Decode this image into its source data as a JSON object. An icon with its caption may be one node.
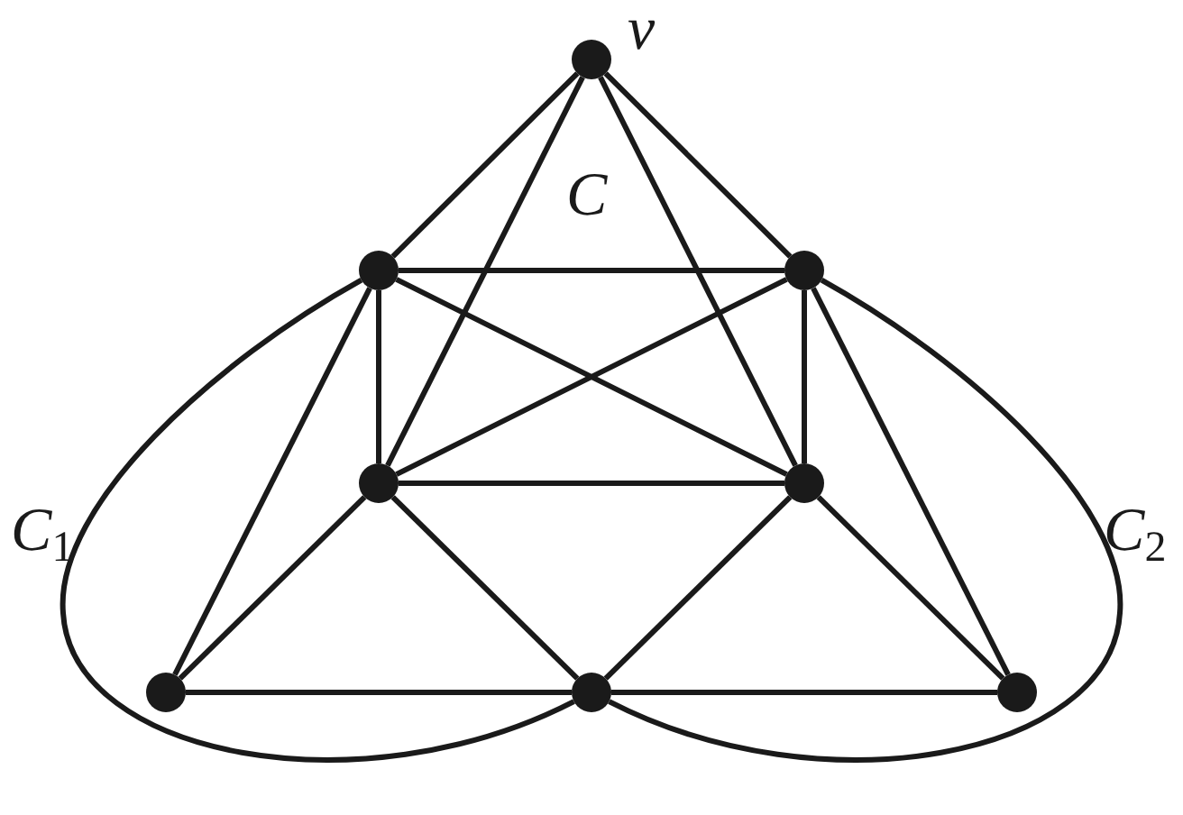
{
  "diagram": {
    "nodes": [
      {
        "text": [],
        "shape": "circle",
        "beside": [
          "v"
        ]
      },
      {
        "text": [],
        "shape": "circle"
      },
      {
        "text": [],
        "shape": "circle"
      },
      {
        "text": [],
        "shape": "circle"
      },
      {
        "text": [],
        "shape": "circle"
      },
      {
        "text": [],
        "shape": "circle"
      },
      {
        "text": [],
        "shape": "circle"
      },
      {
        "text": [],
        "shape": "circle"
      }
    ],
    "edges": [
      {
        "from": 0,
        "to": 1,
        "arrow": "none"
      },
      {
        "from": 0,
        "to": 3,
        "arrow": "none"
      },
      {
        "from": 0,
        "to": 4,
        "arrow": "none"
      },
      {
        "from": 0,
        "to": 2,
        "arrow": "none"
      },
      {
        "from": 1,
        "to": 2,
        "arrow": "none"
      },
      {
        "from": 1,
        "to": 3,
        "arrow": "none"
      },
      {
        "from": 1,
        "to": 4,
        "arrow": "none"
      },
      {
        "from": 2,
        "to": 3,
        "arrow": "none"
      },
      {
        "from": 2,
        "to": 4,
        "arrow": "none"
      },
      {
        "from": 3,
        "to": 4,
        "arrow": "none"
      },
      {
        "from": 1,
        "to": 5,
        "arrow": "none"
      },
      {
        "from": 3,
        "to": 5,
        "arrow": "none"
      },
      {
        "from": 3,
        "to": 6,
        "arrow": "none"
      },
      {
        "from": 5,
        "to": 6,
        "arrow": "none"
      },
      {
        "from": 4,
        "to": 6,
        "arrow": "none"
      },
      {
        "from": 4,
        "to": 7,
        "arrow": "none"
      },
      {
        "from": 2,
        "to": 7,
        "arrow": "none"
      },
      {
        "from": 6,
        "to": 7,
        "arrow": "none"
      },
      {
        "from": 1,
        "to": 6,
        "arrow": "none"
      },
      {
        "from": 2,
        "to": 6,
        "arrow": "none"
      }
    ],
    "labels": [
      "C",
      "C$_{1}$",
      "C$_{2}$"
    ]
  }
}
